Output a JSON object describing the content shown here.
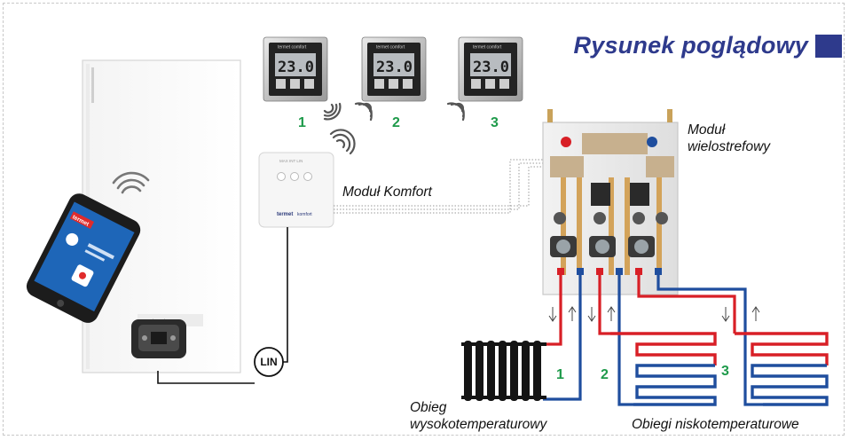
{
  "header": {
    "title": "Rysunek poglądowy",
    "accent_color": "#2e3a8c"
  },
  "thermostats": [
    {
      "display": "23.0",
      "zone_number": "1"
    },
    {
      "display": "23.0",
      "zone_number": "2"
    },
    {
      "display": "23.0",
      "zone_number": "3"
    }
  ],
  "modules": {
    "komfort_label": "Moduł Komfort",
    "multizone_label_line1": "Moduł",
    "multizone_label_line2": "wielostrefowy",
    "lin_label": "LIN"
  },
  "circuits": {
    "high_temp_line1": "Obieg",
    "high_temp_line2": "wysokotemperaturowy",
    "low_temp": "Obiegi niskotemperaturowe",
    "circuit_numbers": [
      "1",
      "2",
      "3"
    ]
  },
  "colors": {
    "number_green": "#1e9a4a",
    "hot_pipe": "#d81f26",
    "cold_pipe": "#1f4e9e"
  },
  "icons": [
    "wifi-signal-icon",
    "phone-app-icon",
    "thermostat-icon",
    "radiator-icon",
    "floor-heating-coil-icon"
  ]
}
